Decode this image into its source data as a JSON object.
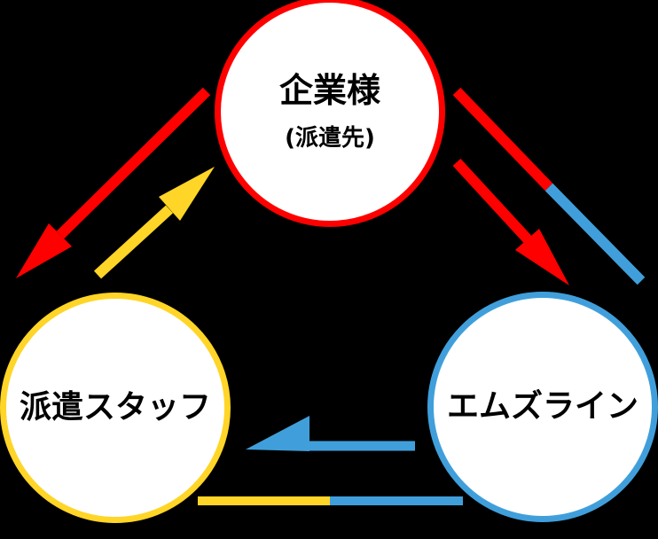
{
  "diagram": {
    "background": "#000000",
    "colors": {
      "red": "#FF0000",
      "yellow": "#FFD527",
      "blue": "#409FDB",
      "node_fill": "#FFFFFF",
      "text": "#000000"
    },
    "nodes": {
      "company": {
        "label": "企業様",
        "sublabel": "(派遣先)",
        "border_color": "#FF0000"
      },
      "staff": {
        "label": "派遣スタッフ",
        "border_color": "#FFD527"
      },
      "agency": {
        "label": "エムズライン",
        "border_color": "#409FDB"
      }
    },
    "edges": [
      {
        "from": "company",
        "to": "staff",
        "style": "red-arrow"
      },
      {
        "from": "staff",
        "to": "company",
        "style": "yellow-arrow"
      },
      {
        "from": "company",
        "to": "agency",
        "style": "red-arrow"
      },
      {
        "from": "company",
        "to": "agency",
        "style": "red-blue-split-line"
      },
      {
        "from": "agency",
        "to": "staff",
        "style": "blue-arrow"
      },
      {
        "from": "staff",
        "to": "agency",
        "style": "yellow-blue-split-line"
      }
    ]
  }
}
